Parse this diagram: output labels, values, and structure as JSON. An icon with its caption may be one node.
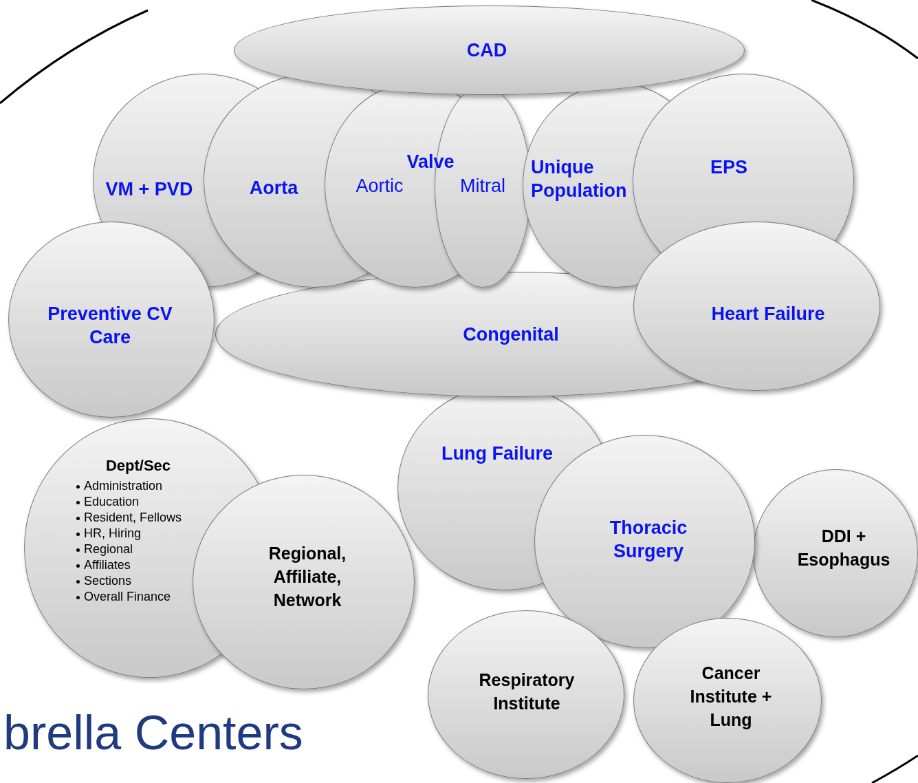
{
  "diagram": {
    "nodes": [
      {
        "text": [
          "CAD"
        ]
      },
      {
        "text": [
          "VM + PVD"
        ]
      },
      {
        "text": [
          "Aorta"
        ]
      },
      {
        "text": [
          "Aortic"
        ]
      },
      {
        "text": [
          "Mitral"
        ]
      },
      {
        "text": [
          "Unique Population"
        ]
      },
      {
        "text": [
          "EPS"
        ]
      },
      {
        "text": [
          "Preventive CV Care"
        ]
      },
      {
        "text": [
          "Congenital"
        ]
      },
      {
        "text": [
          "Heart Failure"
        ]
      },
      {
        "text": [
          "Dept/Sec",
          "Administration",
          "Education",
          "Resident, Fellows",
          "HR, Hiring",
          "Regional",
          "Affiliates",
          "Sections",
          "Overall Finance"
        ]
      },
      {
        "text": [
          "Lung Failure"
        ]
      },
      {
        "text": [
          "Thoracic Surgery"
        ]
      },
      {
        "text": [
          "DDI + Esophagus"
        ]
      },
      {
        "text": [
          "Regional, Affiliate, Network"
        ]
      },
      {
        "text": [
          "Respiratory Institute"
        ]
      },
      {
        "text": [
          "Cancer Institute + Lung"
        ]
      }
    ],
    "labels": [
      "Valve",
      "brella Centers"
    ]
  }
}
